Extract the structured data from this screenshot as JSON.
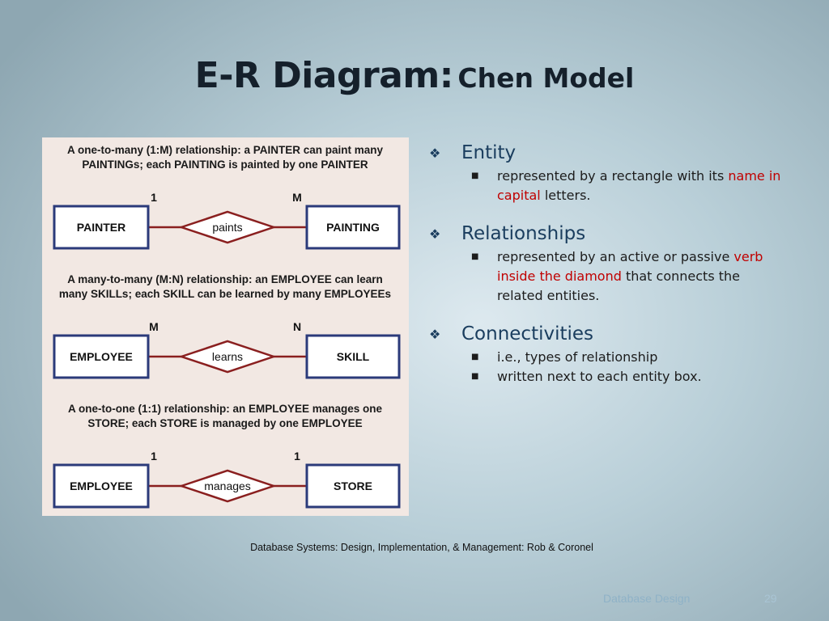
{
  "slide": {
    "title_main": "E-R Diagram:",
    "title_sub": "Chen Model"
  },
  "diagram": {
    "sections": [
      {
        "caption_lines": [
          "A one-to-many (1:M) relationship: a PAINTER can paint many",
          "PAINTINGs; each PAINTING is painted by one PAINTER"
        ],
        "left_entity": "PAINTER",
        "relationship": "paints",
        "right_entity": "PAINTING",
        "left_cardinality": "1",
        "right_cardinality": "M"
      },
      {
        "caption_lines": [
          "A many-to-many (M:N) relationship: an EMPLOYEE can learn",
          "many SKILLs; each SKILL can be learned by many EMPLOYEEs"
        ],
        "left_entity": "EMPLOYEE",
        "relationship": "learns",
        "right_entity": "SKILL",
        "left_cardinality": "M",
        "right_cardinality": "N"
      },
      {
        "caption_lines": [
          "A one-to-one (1:1) relationship: an EMPLOYEE manages one",
          "STORE; each STORE is managed by one EMPLOYEE"
        ],
        "left_entity": "EMPLOYEE",
        "relationship": "manages",
        "right_entity": "STORE",
        "left_cardinality": "1",
        "right_cardinality": "1"
      }
    ],
    "colors": {
      "entity_border": "#2b3a7a",
      "line": "#8a1f1f",
      "panel": "#f2e8e3"
    }
  },
  "bullets": [
    {
      "heading": "Entity",
      "items": [
        [
          {
            "text": "represented by a rectangle with its ",
            "red": false
          },
          {
            "text": "name in capital",
            "red": true
          },
          {
            "text": " letters.",
            "red": false
          }
        ]
      ]
    },
    {
      "heading": "Relationships",
      "items": [
        [
          {
            "text": "represented by an active or passive ",
            "red": false
          },
          {
            "text": "verb inside the diamond",
            "red": true
          },
          {
            "text": " that connects the related entities.",
            "red": false
          }
        ]
      ]
    },
    {
      "heading": "Connectivities",
      "items": [
        [
          {
            "text": "i.e., types of relationship",
            "red": false
          }
        ],
        [
          {
            "text": "written next to each entity box.",
            "red": false
          }
        ]
      ]
    }
  ],
  "source": "Database Systems: Design, Implementation, & Management: Rob & Coronel",
  "footer": {
    "label": "Database Design",
    "page": "29"
  },
  "icons": {
    "bullet": "diamond-bullet-icon",
    "sub_bullet": "square-bullet-icon"
  }
}
